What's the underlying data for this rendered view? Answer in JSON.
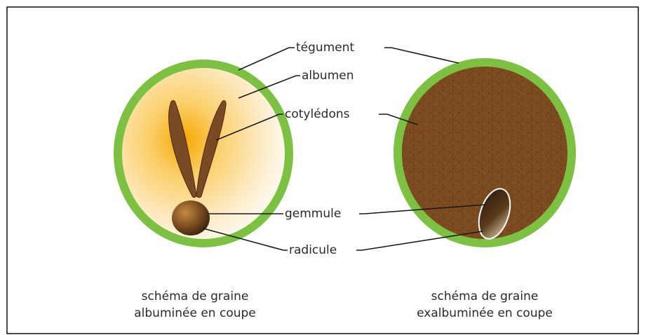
{
  "labels": {
    "tegument": "tégument",
    "albumen": "albumen",
    "cotyledons": "cotylédons",
    "gemmule": "gemmule",
    "radicule": "radicule"
  },
  "captions": {
    "left_line1": "schéma de graine",
    "left_line2": "albuminée en coupe",
    "right_line1": "schéma de graine",
    "right_line2": "exalbuminée en coupe"
  },
  "colors": {
    "tegument": "#7cc142",
    "albumen_center": "#f7a800",
    "albumen_edge": "#fdf3dc",
    "cotyledon": "#7a4a25",
    "exalbumen_fill": "#7b4a1f",
    "line": "#1a1a1a"
  }
}
